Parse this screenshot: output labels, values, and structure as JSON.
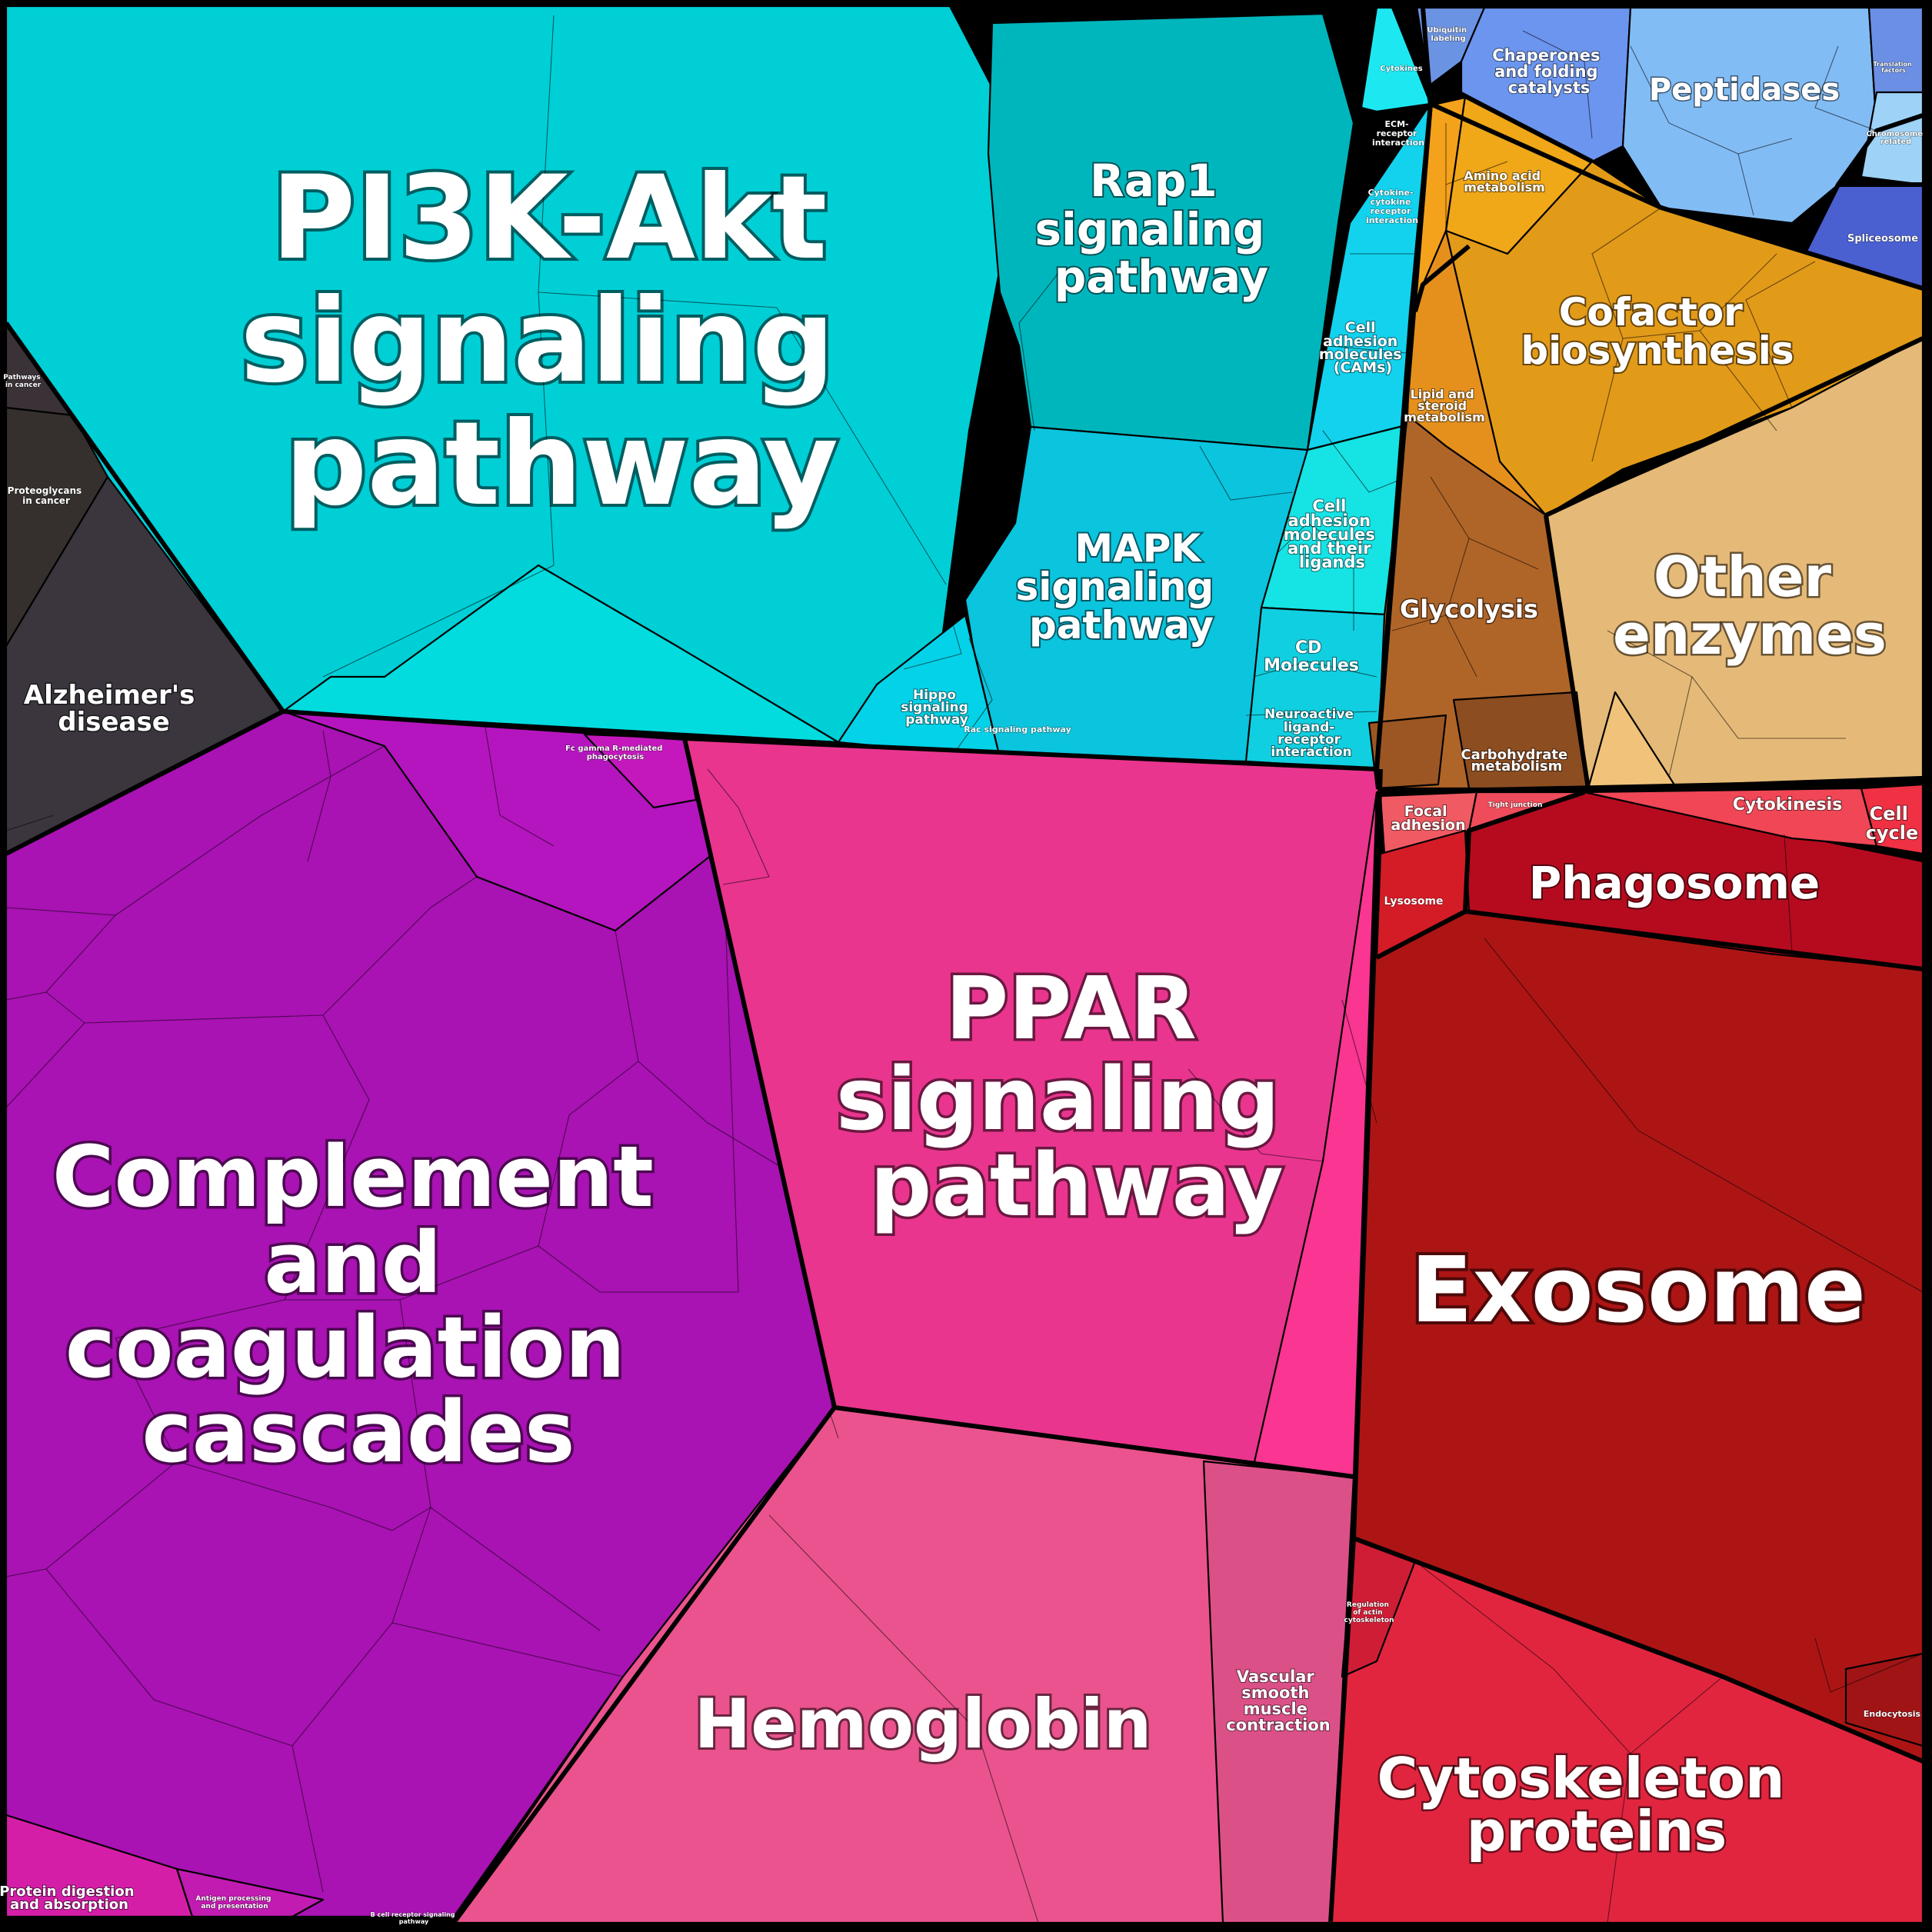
{
  "labels": {
    "pi3k": [
      "PI3K-Akt",
      "signaling",
      "pathway"
    ],
    "rap1": [
      "Rap1",
      "signaling",
      "pathway"
    ],
    "mapk": [
      "MAPK",
      "signaling",
      "pathway"
    ],
    "hippo": [
      "Hippo",
      "signaling",
      "pathway"
    ],
    "rac": "Rac signaling pathway",
    "cell_adhesion_cams": [
      "Cell",
      "adhesion",
      "molecules",
      "(CAMs)"
    ],
    "cell_adhesion_ligands": [
      "Cell",
      "adhesion",
      "molecules",
      "and their",
      "ligands"
    ],
    "cd_molecules": [
      "CD",
      "Molecules"
    ],
    "neuroactive": [
      "Neuroactive",
      "ligand-",
      "receptor",
      "interaction"
    ],
    "cytokines": "Cytokines",
    "ecm": [
      "ECM-",
      "receptor",
      "interaction"
    ],
    "cytokine_receptor": [
      "Cytokine-",
      "cytokine",
      "receptor",
      "interaction"
    ],
    "pathways_cancer": [
      "Pathways",
      "in cancer"
    ],
    "proteoglycans": [
      "Proteoglycans",
      "in cancer"
    ],
    "alzheimers": [
      "Alzheimer's",
      "disease"
    ],
    "complement": [
      "Complement",
      "and",
      "coagulation",
      "cascades"
    ],
    "fc_gamma": [
      "Fc gamma R-mediated",
      "phagocytosis"
    ],
    "ppar": [
      "PPAR",
      "signaling",
      "pathway"
    ],
    "hemoglobin": "Hemoglobin",
    "vascular": [
      "Vascular",
      "smooth",
      "muscle",
      "contraction"
    ],
    "protein_digestion": [
      "Protein digestion",
      "and absorption"
    ],
    "antigen": [
      "Antigen processing",
      "and presentation"
    ],
    "bcell": [
      "B cell receptor signaling",
      "pathway"
    ],
    "exosome": "Exosome",
    "phagosome": "Phagosome",
    "focal": [
      "Focal",
      "adhesion"
    ],
    "tight": "Tight junction",
    "lysosome": "Lysosome",
    "cytokinesis": "Cytokinesis",
    "cell_cycle": [
      "Cell",
      "cycle"
    ],
    "cytoskeleton": [
      "Cytoskeleton",
      "proteins"
    ],
    "regulation_actin": [
      "Regulation",
      "of actin",
      "cytoskeleton"
    ],
    "endocytosis": "Endocytosis",
    "ubiquitin": [
      "Ubiquitin",
      "labeling"
    ],
    "chaperones": [
      "Chaperones",
      "and folding",
      "catalysts"
    ],
    "peptidases": "Peptidases",
    "translation": [
      "Translation",
      "factors"
    ],
    "carrier_related": [
      "Chromosome",
      "related"
    ],
    "spliceosome": "Spliceosome",
    "amino_acid": [
      "Amino acid",
      "metabolism"
    ],
    "cofactor": [
      "Cofactor",
      "biosynthesis"
    ],
    "lipid": [
      "Lipid and",
      "steroid",
      "metabolism"
    ],
    "other_enzymes": [
      "Other",
      "enzymes"
    ],
    "glycolysis": "Glycolysis",
    "carbohydrate": [
      "Carbohydrate",
      "metabolism"
    ]
  },
  "colors": {
    "pi3k_group": "#00cfd6",
    "rap1": "#00b8bf",
    "mapk": "#0bc3dc",
    "cam_group": "#14dcea",
    "alzheimer_group": "#3b363e",
    "complement": "#a912b3",
    "ppar": "#e9358e",
    "hemoglobin": "#ea538e",
    "exosome": "#ad1515",
    "phagosome": "#b60b1f",
    "cytoskeleton": "#e2253f",
    "peptidases": "#82bcf5",
    "chaperones": "#6b95ee",
    "spliceosome": "#4a5fd0",
    "cofactor": "#e29a19",
    "other_enzymes": "#e5b977",
    "glycolysis": "#b06528",
    "amino_acid": "#f0a718"
  }
}
